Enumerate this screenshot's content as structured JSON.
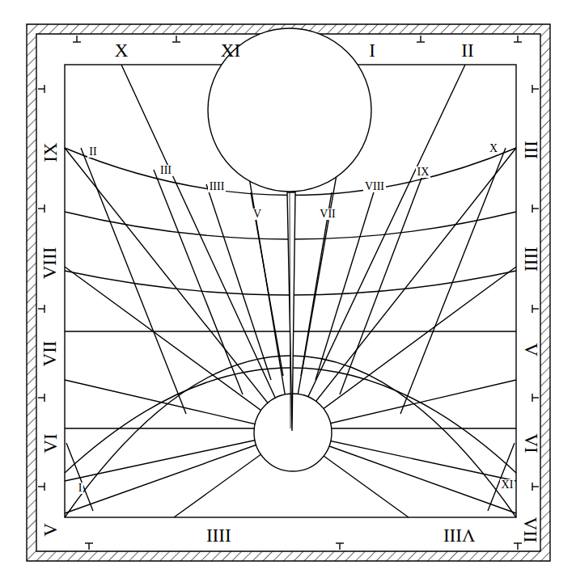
{
  "diagram": {
    "labels": [
      "X",
      "XI",
      "I",
      "II",
      "IX",
      "VIII",
      "VII",
      "VI",
      "V",
      "III",
      "IIII",
      "V",
      "VI",
      "VII",
      "IIII",
      "VIII",
      "II",
      "III",
      "IIII",
      "V",
      "VII",
      "VIII",
      "IX",
      "X",
      "I",
      "XI"
    ]
  }
}
